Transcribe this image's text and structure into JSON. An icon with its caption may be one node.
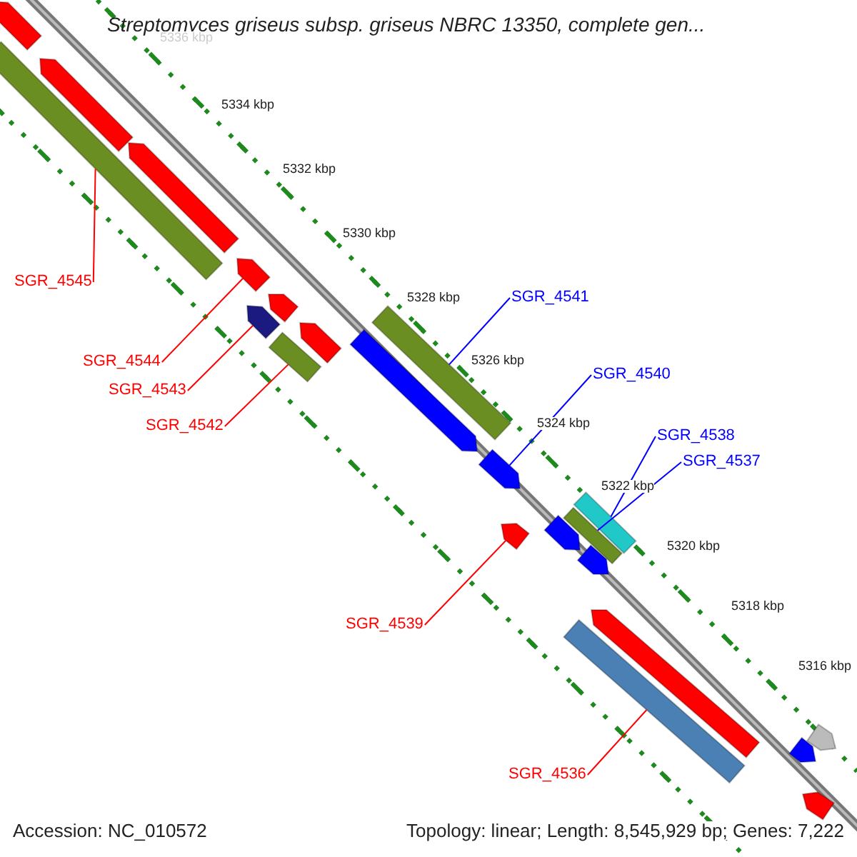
{
  "diagram": {
    "title": "Streptomyces griseus subsp. griseus NBRC 13350, complete gen...",
    "nodes": [
      {
        "text": [
          "SGR_4545"
        ]
      },
      {
        "text": [
          "SGR_4541"
        ]
      },
      {
        "text": [
          "SGR_4544"
        ]
      },
      {
        "text": [
          "SGR_4540"
        ]
      },
      {
        "text": [
          "SGR_4543"
        ]
      },
      {
        "text": [
          "SGR_4542"
        ]
      },
      {
        "text": [
          "SGR_4538"
        ]
      },
      {
        "text": [
          "SGR_4537"
        ]
      },
      {
        "text": [
          "SGR_4539"
        ]
      },
      {
        "text": [
          "SGR_4536"
        ]
      },
      {
        "text": [],
        "shape": "bar"
      },
      {
        "text": [],
        "shape": "bar"
      },
      {
        "text": [],
        "shape": "bar"
      },
      {
        "text": [],
        "shape": "bar"
      },
      {
        "text": [],
        "shape": "bar"
      },
      {
        "text": [],
        "shape": "bar"
      },
      {
        "text": [],
        "shape": "bar"
      },
      {
        "text": [],
        "shape": "bar"
      },
      {
        "text": [],
        "shape": "bar"
      },
      {
        "text": [],
        "shape": "bar"
      },
      {
        "text": [],
        "shape": "bar"
      },
      {
        "text": [],
        "shape": "bar"
      },
      {
        "text": [],
        "shape": "bar"
      },
      {
        "text": [],
        "shape": "bar"
      },
      {
        "text": [],
        "shape": "bar"
      },
      {
        "text": [],
        "shape": "bar"
      },
      {
        "text": [],
        "shape": "bar"
      },
      {
        "text": [],
        "shape": "bar"
      },
      {
        "text": [],
        "shape": "bar"
      },
      {
        "text": [],
        "shape": "bar"
      },
      {
        "text": [],
        "shape": "bar"
      },
      {
        "text": [],
        "shape": "bar"
      }
    ],
    "edges": [
      {
        "from": 0,
        "to": 10,
        "arrow": "none"
      },
      {
        "from": 1,
        "to": 11,
        "arrow": "none",
        "color": "#0000ff"
      },
      {
        "from": 2,
        "to": 12,
        "arrow": "none"
      },
      {
        "from": 3,
        "to": 13,
        "arrow": "none",
        "color": "#0000ff"
      },
      {
        "from": 4,
        "to": 14,
        "arrow": "none"
      },
      {
        "from": 5,
        "to": 15,
        "arrow": "none"
      },
      {
        "from": 6,
        "to": 16,
        "arrow": "none",
        "color": "#0000ff"
      },
      {
        "from": 7,
        "to": 17,
        "arrow": "none",
        "color": "#0000ff"
      },
      {
        "from": 8,
        "to": 18,
        "arrow": "none"
      },
      {
        "from": 9,
        "to": 19,
        "arrow": "none"
      }
    ],
    "labels": [
      "5336 kbp",
      "5334 kbp",
      "5332 kbp",
      "5330 kbp",
      "5328 kbp",
      "5326 kbp",
      "5324 kbp",
      "5322 kbp",
      "5320 kbp",
      "5318 kbp",
      "5316 kbp",
      "Accession: NC_010572",
      "Topology: linear; Length: 8,545,929 bp; Genes: 7,222"
    ]
  }
}
